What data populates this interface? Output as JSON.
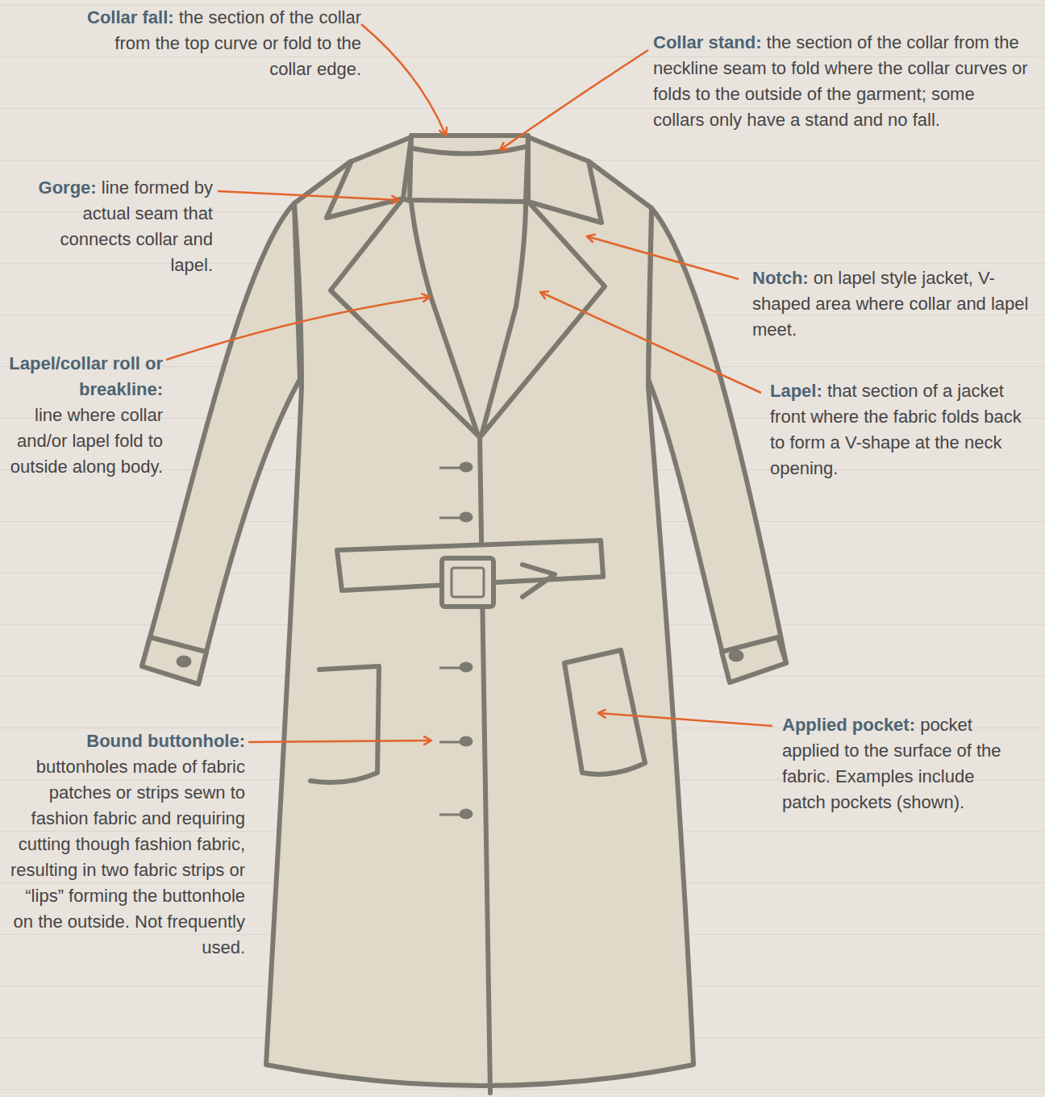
{
  "diagram": {
    "labels": [
      "Collar fall:",
      "the section of the collar from the top curve or fold to the collar edge.",
      "Collar stand:",
      "the section of the collar from the neckline seam to fold where the collar curves or folds to the outside of the garment; some collars only have a stand and no fall.",
      "Gorge:",
      "line formed by actual seam that connects collar and lapel.",
      "Notch:",
      "on lapel style jacket, V-shaped area where collar and lapel meet.",
      "Lapel/collar roll or breakline:",
      "line where collar and/or lapel fold to outside along body.",
      "Lapel:",
      "that section of a jacket front where the fabric folds back to form a V-shape at the neck opening.",
      "Bound buttonhole:",
      "buttonholes made of fabric patches or strips sewn to fashion fabric and requiring cutting though fashion fabric, resulting in two fabric strips or “lips” forming the buttonhole on the outside. Not frequently used.",
      "Applied pocket:",
      "pocket applied to the surface of the fabric. Examples include patch pockets (shown)."
    ]
  }
}
